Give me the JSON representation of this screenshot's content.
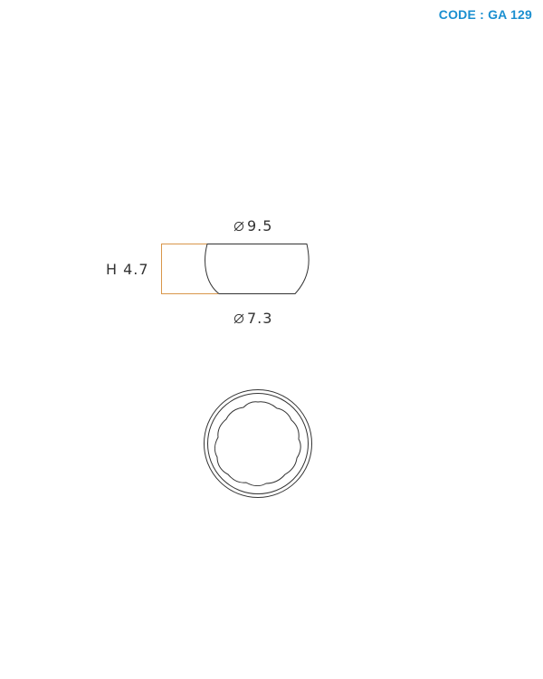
{
  "header": {
    "code_label": "CODE : GA 129",
    "code_color": "#1a8fd0"
  },
  "dimensions": {
    "top_diameter": "9.5",
    "bottom_diameter": "7.3",
    "height": "H 4.7",
    "height_bracket_color": "#d9964a",
    "diameter_symbol_icon": "diameter-symbol-icon"
  },
  "views": {
    "side_view": "bowl-side-profile",
    "top_view": "bowl-top-view"
  },
  "colors": {
    "line": "#333333",
    "background": "#ffffff"
  }
}
